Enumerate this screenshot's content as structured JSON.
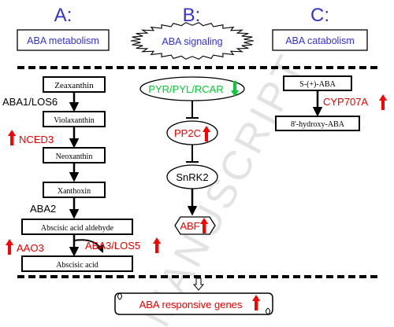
{
  "columns": {
    "a": {
      "letter": "A:",
      "title": "ABA metabolism"
    },
    "b": {
      "letter": "B:",
      "title": "ABA signaling"
    },
    "c": {
      "letter": "C:",
      "title": "ABA catabolism"
    }
  },
  "metabolism": {
    "zeaxanthin": "Zeaxanthin",
    "enzyme_aba1": "ABA1/LOS6",
    "violaxanthin": "Violaxanthin",
    "enzyme_nced3": "NCED3",
    "neoxanthin": "Neoxanthin",
    "xanthoxin": "Xanthoxin",
    "enzyme_aba2": "ABA2",
    "abscisic_aldehyde": "Abscisic acid aldehyde",
    "enzyme_aao3": "AAO3",
    "enzyme_aba3": "ABA3/LOS5",
    "abscisic_acid": "Abscisic acid"
  },
  "signaling": {
    "receptor": "PYR/PYL/RCAR",
    "pp2c": "PP2C",
    "snrk2": "SnRK2",
    "abf": "ABF"
  },
  "catabolism": {
    "substrate": "S-(+)-ABA",
    "enzyme": "CYP707A",
    "product": "8'-hydroxy-ABA"
  },
  "output": {
    "label": "ABA responsive genes"
  },
  "watermark": "MANUSCRIPT",
  "colors": {
    "title_blue": "#3333cc",
    "up_arrow_red": "#ff0000",
    "receptor_green": "#00cc33",
    "enzyme_red": "#e60000",
    "line": "#000000"
  },
  "icons": {
    "up_regulation": "red-up-arrow",
    "down_regulation": "green-down-arrow",
    "inhibition": "t-bar",
    "flow": "black-arrow"
  }
}
